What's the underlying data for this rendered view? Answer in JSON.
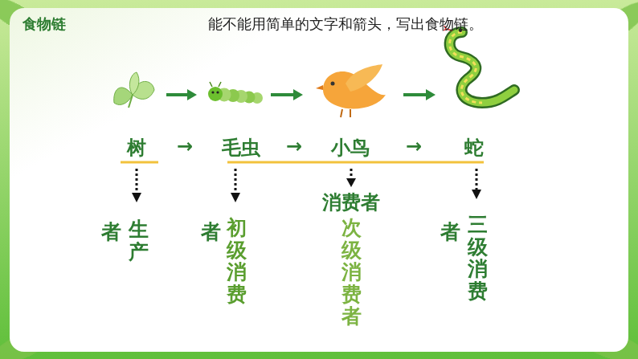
{
  "diagram": {
    "title": "能不能用简单的文字和箭头，写出食物链。",
    "labels": [
      "食物链",
      "树",
      "→",
      "毛虫",
      "→",
      "小鸟",
      "→",
      "蛇",
      "者",
      "生产",
      "者",
      "初级消费",
      "消费者",
      "次级消费者",
      "者",
      "三级消费"
    ]
  }
}
